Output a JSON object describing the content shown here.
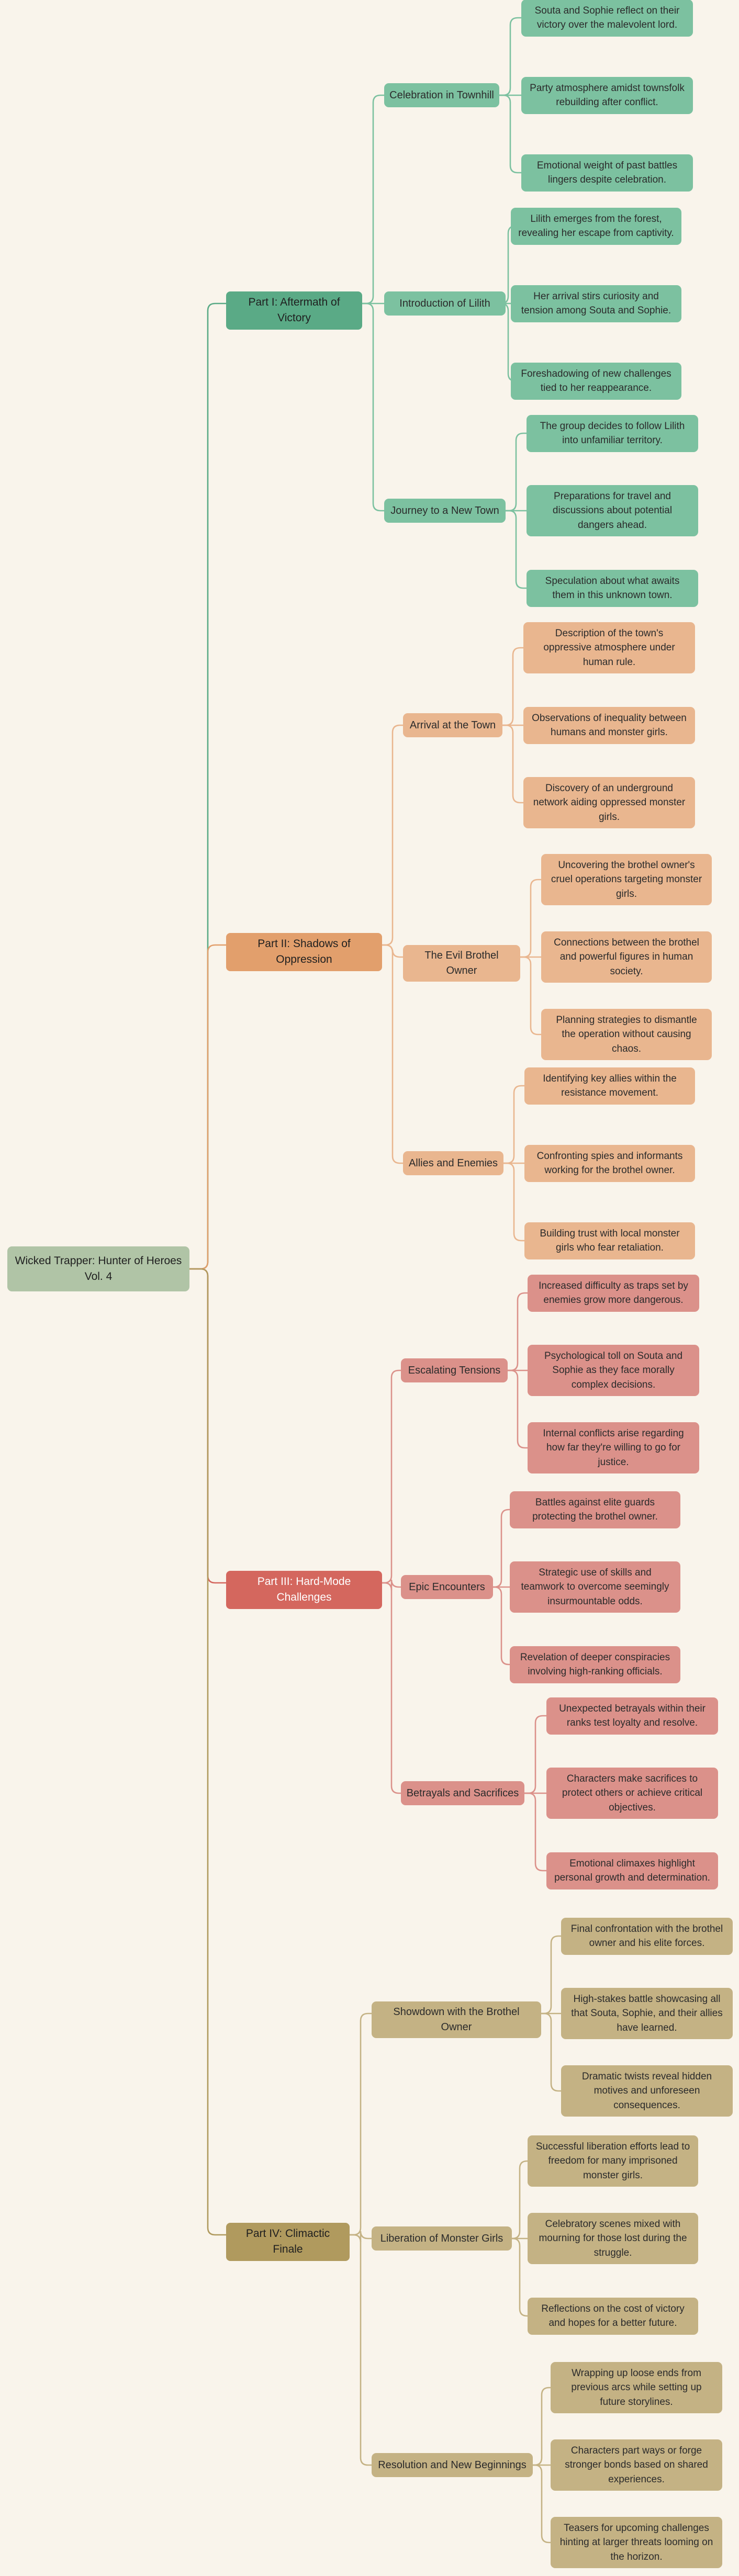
{
  "root": {
    "title": "Wicked Trapper: Hunter of Heroes Vol. 4",
    "color": "#b0c4a6"
  },
  "parts": [
    {
      "title": "Part I: Aftermath of Victory",
      "color": "#5aaa86",
      "light": "#7cc1a0",
      "text_color": "#1f1f1f",
      "chapters": [
        {
          "title": "Celebration in Townhill",
          "leaves": [
            "Souta and Sophie reflect on their victory over the malevolent lord.",
            "Party atmosphere amidst townsfolk rebuilding after conflict.",
            "Emotional weight of past battles lingers despite celebration."
          ]
        },
        {
          "title": "Introduction of Lilith",
          "leaves": [
            "Lilith emerges from the forest, revealing her escape from captivity.",
            "Her arrival stirs curiosity and tension among Souta and Sophie.",
            "Foreshadowing of new challenges tied to her reappearance."
          ]
        },
        {
          "title": "Journey to a New Town",
          "leaves": [
            "The group decides to follow Lilith into unfamiliar territory.",
            "Preparations for travel and discussions about potential dangers ahead.",
            "Speculation about what awaits them in this unknown town."
          ]
        }
      ]
    },
    {
      "title": "Part II: Shadows of Oppression",
      "color": "#e29f6c",
      "light": "#e9b68f",
      "text_color": "#1f1f1f",
      "chapters": [
        {
          "title": "Arrival at the Town",
          "leaves": [
            "Description of the town's oppressive atmosphere under human rule.",
            "Observations of inequality between humans and monster girls.",
            "Discovery of an underground network aiding oppressed monster girls."
          ]
        },
        {
          "title": "The Evil Brothel Owner",
          "leaves": [
            "Uncovering the brothel owner's cruel operations targeting monster girls.",
            "Connections between the brothel and powerful figures in human society.",
            "Planning strategies to dismantle the operation without causing chaos."
          ]
        },
        {
          "title": "Allies and Enemies",
          "leaves": [
            "Identifying key allies within the resistance movement.",
            "Confronting spies and informants working for the brothel owner.",
            "Building trust with local monster girls who fear retaliation."
          ]
        }
      ]
    },
    {
      "title": "Part III: Hard-Mode Challenges",
      "color": "#d4675e",
      "light": "#db918a",
      "text_color": "#ffffff",
      "chapters": [
        {
          "title": "Escalating Tensions",
          "leaves": [
            "Increased difficulty as traps set by enemies grow more dangerous.",
            "Psychological toll on Souta and Sophie as they face morally complex decisions.",
            "Internal conflicts arise regarding how far they're willing to go for justice."
          ]
        },
        {
          "title": "Epic Encounters",
          "leaves": [
            "Battles against elite guards protecting the brothel owner.",
            "Strategic use of skills and teamwork to overcome seemingly insurmountable odds.",
            "Revelation of deeper conspiracies involving high-ranking officials."
          ]
        },
        {
          "title": "Betrayals and Sacrifices",
          "leaves": [
            "Unexpected betrayals within their ranks test loyalty and resolve.",
            "Characters make sacrifices to protect others or achieve critical objectives.",
            "Emotional climaxes highlight personal growth and determination."
          ]
        }
      ]
    },
    {
      "title": "Part IV: Climactic Finale",
      "color": "#b09a5e",
      "light": "#c4b284",
      "text_color": "#1f1f1f",
      "chapters": [
        {
          "title": "Showdown with the Brothel Owner",
          "leaves": [
            "Final confrontation with the brothel owner and his elite forces.",
            "High-stakes battle showcasing all that Souta, Sophie, and their allies have learned.",
            "Dramatic twists reveal hidden motives and unforeseen consequences."
          ]
        },
        {
          "title": "Liberation of Monster Girls",
          "leaves": [
            "Successful liberation efforts lead to freedom for many imprisoned monster girls.",
            "Celebratory scenes mixed with mourning for those lost during the struggle.",
            "Reflections on the cost of victory and hopes for a better future."
          ]
        },
        {
          "title": "Resolution and New Beginnings",
          "leaves": [
            "Wrapping up loose ends from previous arcs while setting up future storylines.",
            "Characters part ways or forge stronger bonds based on shared experiences.",
            "Teasers for upcoming challenges hinting at larger threats looming on the horizon."
          ]
        }
      ]
    }
  ]
}
